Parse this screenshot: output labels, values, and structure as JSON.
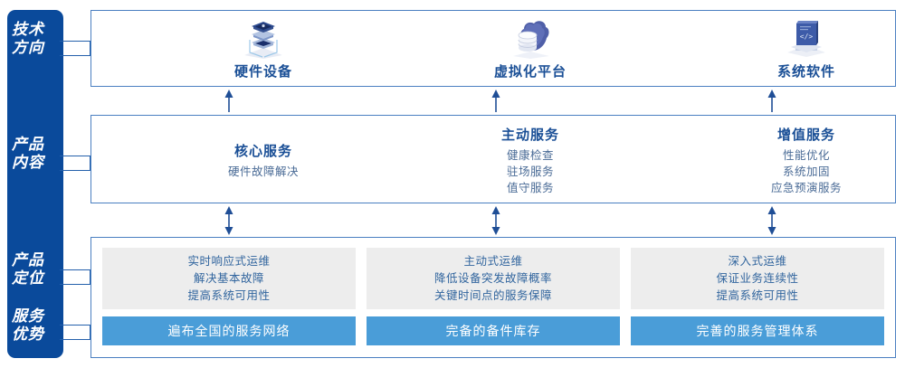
{
  "rail": {
    "items": [
      {
        "id": "tech-direction",
        "line1": "技术",
        "line2": "方向"
      },
      {
        "id": "product-content",
        "line1": "产品",
        "line2": "内容"
      },
      {
        "id": "product-position",
        "line1": "产品",
        "line2": "定位"
      },
      {
        "id": "service-advantage",
        "line1": "服务",
        "line2": "优势"
      }
    ]
  },
  "tech": {
    "columns": [
      {
        "icon": "server-stack-icon",
        "title": "硬件设备"
      },
      {
        "icon": "cloud-database-icon",
        "title": "虚拟化平台"
      },
      {
        "icon": "laptop-code-icon",
        "title": "系统软件"
      }
    ]
  },
  "content": {
    "columns": [
      {
        "title": "核心服务",
        "lines": [
          "硬件故障解决"
        ]
      },
      {
        "title": "主动服务",
        "lines": [
          "健康检查",
          "驻场服务",
          "值守服务"
        ]
      },
      {
        "title": "增值服务",
        "lines": [
          "性能优化",
          "系统加固",
          "应急预演服务"
        ]
      }
    ]
  },
  "bottom": {
    "groups": [
      {
        "lines": [
          "实时响应式运维",
          "解决基本故障",
          "提高系统可用性"
        ],
        "bar": "遍布全国的服务网络"
      },
      {
        "lines": [
          "主动式运维",
          "降低设备突发故障概率",
          "关键时间点的服务保障"
        ],
        "bar": "完备的备件库存"
      },
      {
        "lines": [
          "深入式运维",
          "保证业务连续性",
          "提高系统可用性"
        ],
        "bar": "完善的服务管理体系"
      }
    ]
  },
  "colors": {
    "rail_blue": "#0a4a9b",
    "panel_border": "#4a7fc1",
    "title_blue": "#1a4f96",
    "body_blue": "#4a6b96",
    "gray_box": "#ededed",
    "bar_blue": "#4a9dd8",
    "arrow_blue": "#1f4e96"
  }
}
